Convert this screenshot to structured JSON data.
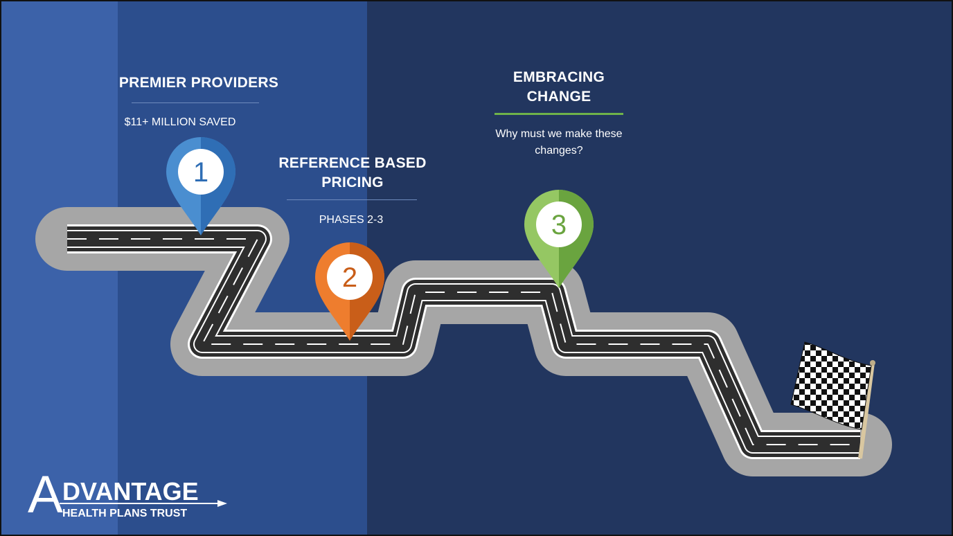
{
  "milestones": [
    {
      "number": "1",
      "title": "PREMIER PROVIDERS",
      "subtitle": "$11+ MILLION SAVED",
      "color": "#4a8ed0",
      "color_dark": "#2f6eb5"
    },
    {
      "number": "2",
      "title": "REFERENCE BASED PRICING",
      "subtitle": "PHASES 2-3",
      "color": "#ee7d2e",
      "color_dark": "#c95e19"
    },
    {
      "number": "3",
      "title": "EMBRACING CHANGE",
      "subtitle": "Why must we make these changes?",
      "color": "#95c763",
      "color_dark": "#6aa43f"
    }
  ],
  "logo": {
    "letter": "A",
    "line1": "DVANTAGE",
    "line2": "HEALTH PLANS TRUST"
  },
  "colors": {
    "background": "#22365f",
    "band_left": "#3c62a9",
    "band_mid": "#2c4e8d",
    "road_shoulder": "#a6a6a6",
    "road_surface": "#2e2e2e",
    "accent_green": "#6fb34a"
  },
  "icons": {
    "finish": "checkered-flag-icon"
  }
}
